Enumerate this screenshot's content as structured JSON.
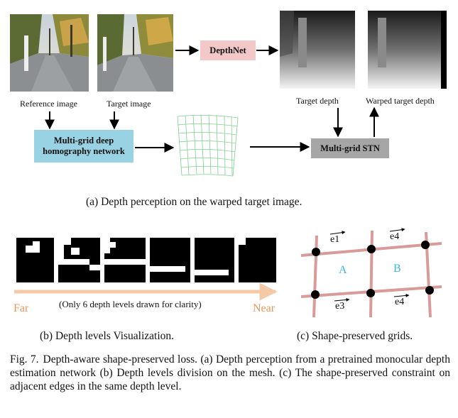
{
  "top": {
    "reference_label": "Reference image",
    "target_label": "Target  image",
    "depthnet_label": "DepthNet",
    "target_depth_label": "Target  depth",
    "warped_depth_label": "Warped target depth",
    "homography_label": "Multi-grid deep homography network",
    "stn_label": "Multi-grid STN",
    "caption": "(a) Depth perception on the warped target image."
  },
  "depth_levels": {
    "far_label": "Far",
    "near_label": "Near",
    "note": "(Only 6 depth levels drawn for clarity)",
    "caption": "(b) Depth levels Visualization."
  },
  "grids": {
    "cell_a": "A",
    "cell_b": "B",
    "edge_top_left": "e1",
    "edge_top_right": "e4",
    "edge_bottom_left": "e3",
    "edge_bottom_right": "e4",
    "caption": "(c) Shape-preserved grids."
  },
  "figure": {
    "number": "Fig. 7.",
    "text": "Depth-aware shape-preserved loss. (a) Depth perception from a pretrained monocular depth estimation network (b) Depth levels division on the mesh. (c) The shape-preserved constraint on adjacent edges in the same depth level."
  },
  "colors": {
    "depthnet_bg": "#f2c8c8",
    "homography_bg": "#99d3e3",
    "stn_bg": "#a6a6a6",
    "arrow_far_near": "#f6c9a6",
    "grid_line": "#d99a9a",
    "cell_label": "#3bb6d8",
    "far_near_text": "#e8955a",
    "mesh_line": "#7fcf8f"
  }
}
